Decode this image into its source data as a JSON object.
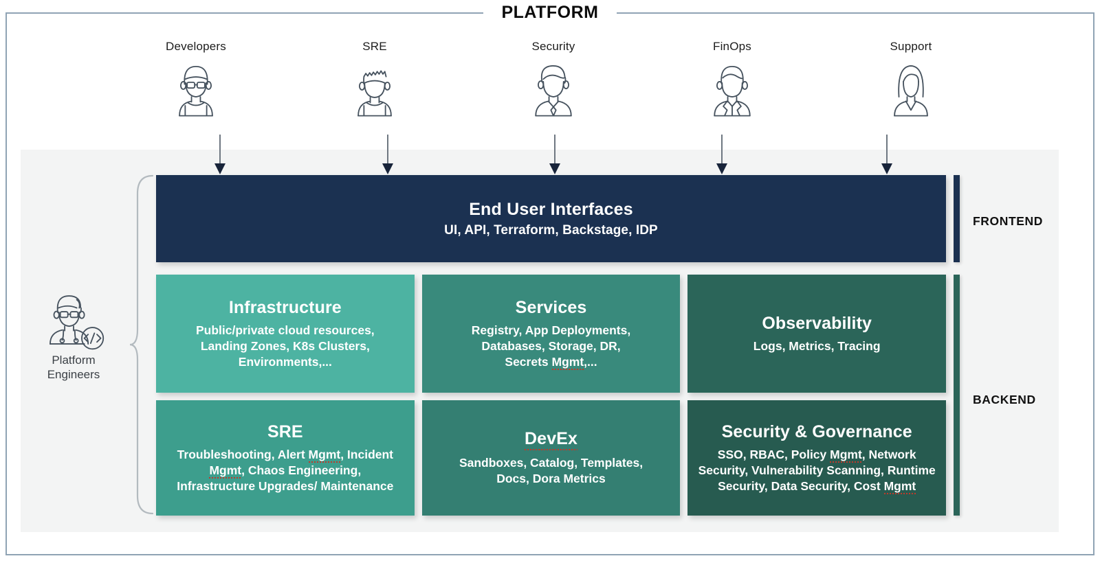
{
  "frame": {
    "title": "PLATFORM"
  },
  "personas": [
    {
      "label": "Developers",
      "icon": "person-glasses-icon"
    },
    {
      "label": "SRE",
      "icon": "person-spiky-hair-icon"
    },
    {
      "label": "Security",
      "icon": "person-suit-tie-icon"
    },
    {
      "label": "FinOps",
      "icon": "person-blazer-icon"
    },
    {
      "label": "Support",
      "icon": "person-long-hair-icon"
    }
  ],
  "platform_engineers": {
    "label_line1": "Platform",
    "label_line2": "Engineers",
    "icon": "platform-engineer-code-badge-icon"
  },
  "frontend_band": {
    "title": "End User Interfaces",
    "subtitle": "UI, API, Terraform, Backstage, IDP",
    "color": "#1b3151"
  },
  "backend_rows": [
    {
      "cards": [
        {
          "title": "Infrastructure",
          "lines": [
            "Public/private cloud resources,",
            "Landing Zones, K8s Clusters,",
            "Environments,..."
          ],
          "color": "#4db3a2",
          "misspelled": []
        },
        {
          "title": "Services",
          "lines": [
            "Registry, App Deployments,",
            "Databases, Storage, DR,",
            "Secrets Mgmt,..."
          ],
          "color": "#398a7c",
          "misspelled": [
            "Mgmt"
          ]
        },
        {
          "title": "Observability",
          "lines": [
            "Logs, Metrics, Tracing"
          ],
          "color": "#2b6559",
          "misspelled": []
        }
      ]
    },
    {
      "cards": [
        {
          "title": "SRE",
          "lines": [
            "Troubleshooting, Alert Mgmt, Incident",
            "Mgmt, Chaos Engineering,",
            "Infrastructure Upgrades/ Maintenance"
          ],
          "color": "#3d9e8d",
          "misspelled": [
            "Mgmt",
            "Mgmt"
          ]
        },
        {
          "title": "DevEx",
          "lines": [
            "Sandboxes, Catalog, Templates,",
            "Docs, Dora Metrics"
          ],
          "color": "#347f72",
          "misspelled": [
            "DevEx"
          ]
        },
        {
          "title": "Security & Governance",
          "lines": [
            "SSO, RBAC, Policy Mgmt, Network",
            "Security, Vulnerability Scanning, Runtime",
            "Security, Data Security, Cost Mgmt"
          ],
          "color": "#275b50",
          "misspelled": [
            "Mgmt",
            "Mgmt"
          ]
        }
      ]
    }
  ],
  "rails": [
    {
      "label": "FRONTEND",
      "color": "#1b3151"
    },
    {
      "label": "BACKEND",
      "color": "#2b6559"
    }
  ],
  "colors": {
    "frame_border": "#8fa3b4",
    "panel_bg": "#f3f4f4",
    "navy": "#1b3151",
    "teal_light": "#4db3a2",
    "teal_dark": "#275b50",
    "spellcheck_red": "#c0392b",
    "icon_stroke": "#46525e"
  }
}
